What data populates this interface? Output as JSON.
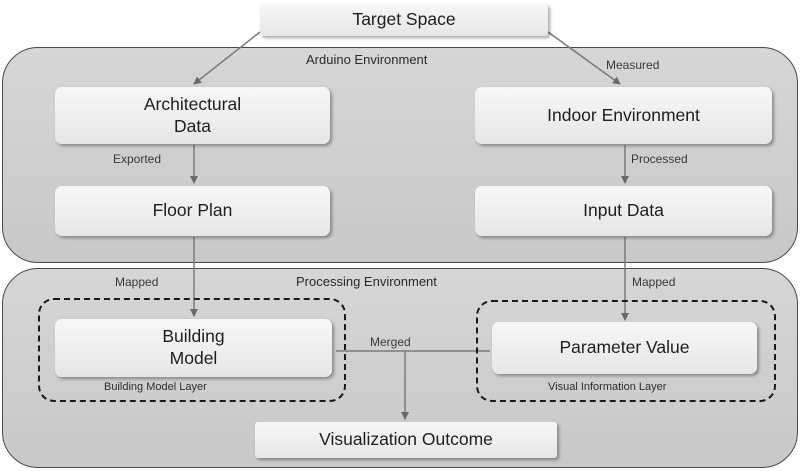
{
  "nodes": {
    "target_space": "Target Space",
    "architectural_data": "Architectural\nData",
    "indoor_environment": "Indoor Environment",
    "floor_plan": "Floor Plan",
    "input_data": "Input Data",
    "building_model": "Building\nModel",
    "parameter_value": "Parameter Value",
    "visualization_outcome": "Visualization Outcome"
  },
  "environments": {
    "arduino": "Arduino Environment",
    "processing": "Processing Environment"
  },
  "layers": {
    "building_model_layer": "Building Model Layer",
    "visual_information_layer": "Visual Information Layer"
  },
  "edges": {
    "measured": "Measured",
    "exported": "Exported",
    "processed": "Processed",
    "mapped_left": "Mapped",
    "mapped_right": "Mapped",
    "merged": "Merged"
  }
}
